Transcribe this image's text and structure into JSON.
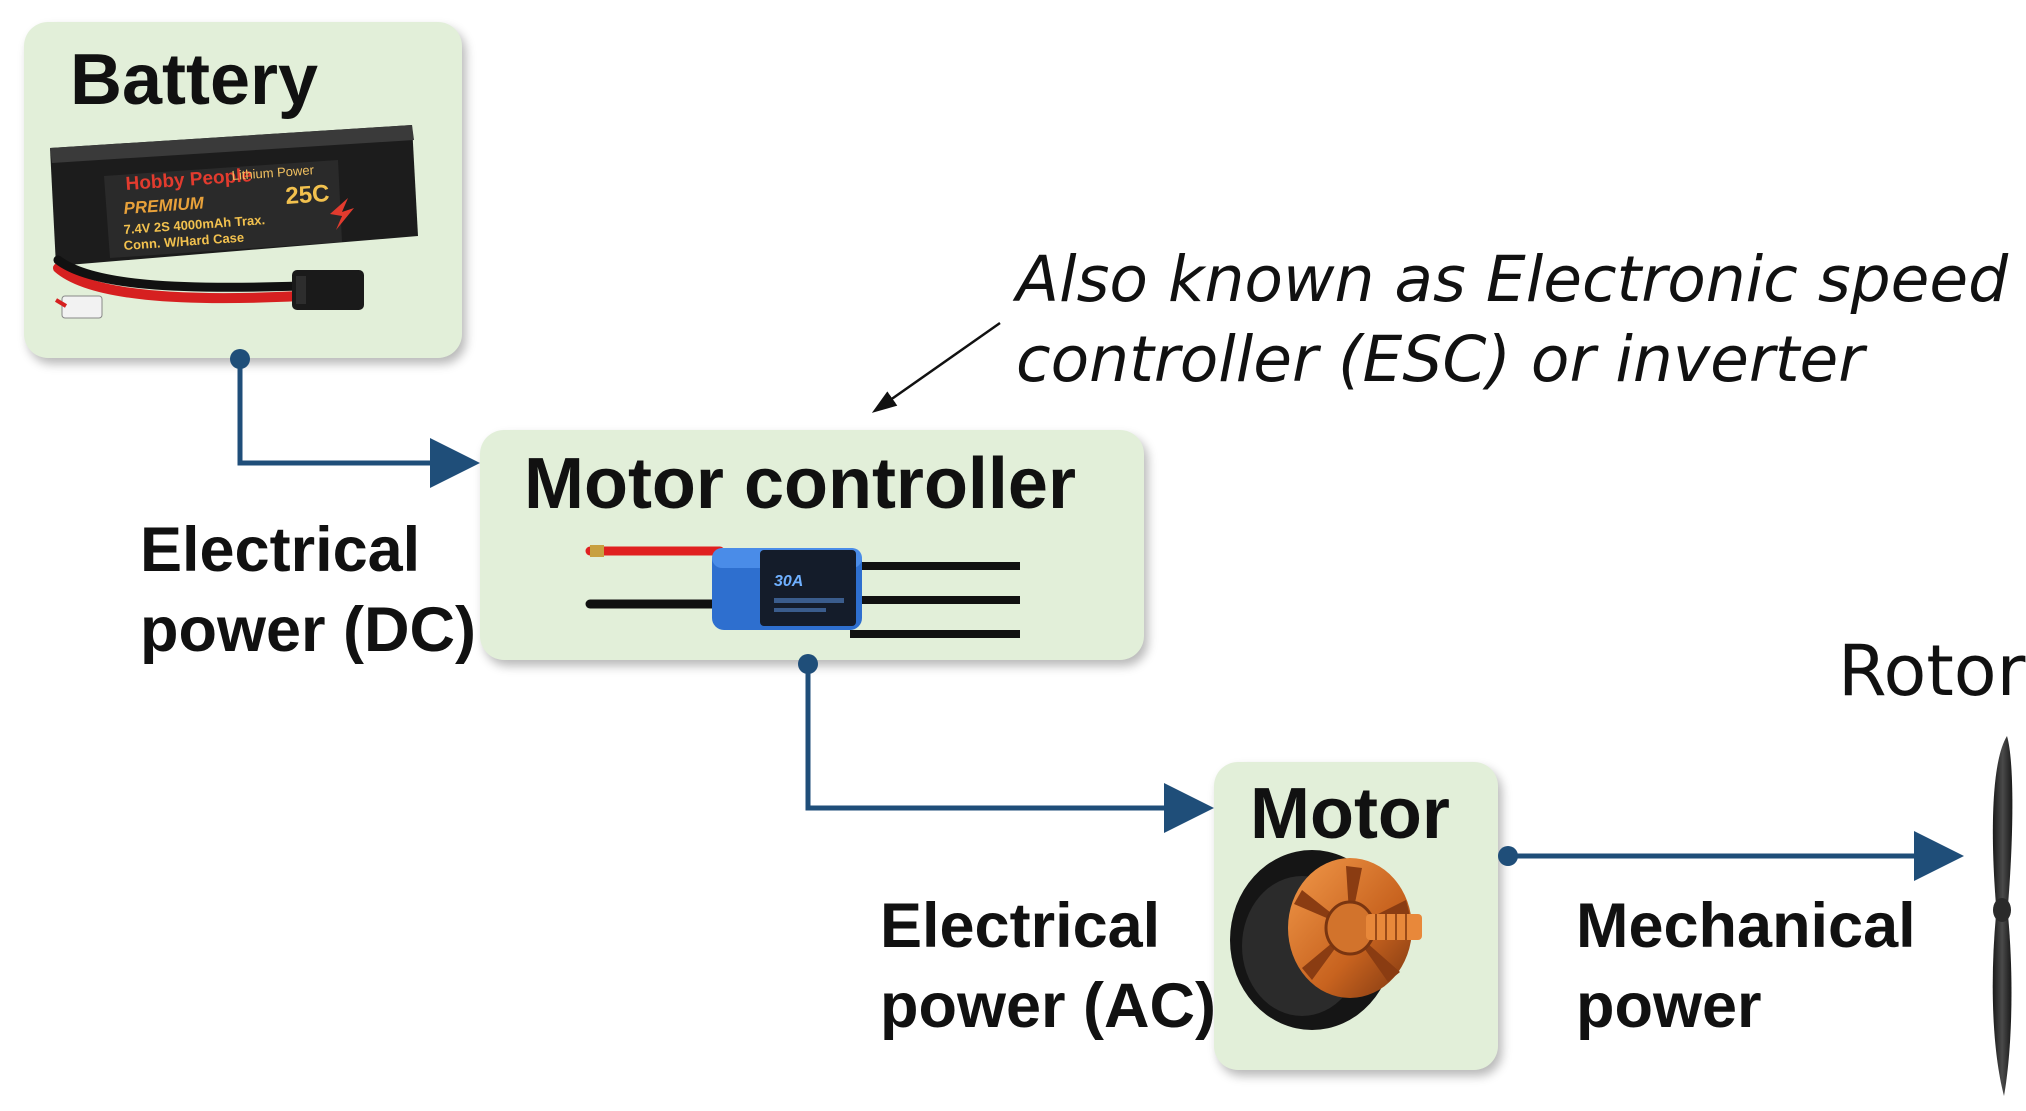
{
  "boxes": {
    "battery": {
      "title": "Battery"
    },
    "controller": {
      "title": "Motor controller"
    },
    "motor": {
      "title": "Motor"
    }
  },
  "labels": {
    "dc_line1": "Electrical",
    "dc_line2": "power (DC)",
    "ac_line1": "Electrical",
    "ac_line2": "power (AC)",
    "mech_line1": "Mechanical",
    "mech_line2": "power",
    "rotor": "Rotor"
  },
  "annotation": {
    "line1": "Also known as Electronic speed",
    "line2": "controller (ESC) or inverter"
  },
  "battery_print": {
    "brand": "Hobby People",
    "series": "Lithium Power",
    "grade": "PREMIUM",
    "rating": "25C",
    "spec": "7.4V 2S 4000mAh Trax.",
    "conn": "Conn. W/Hard Case"
  },
  "esc_print": {
    "rating": "30A"
  },
  "colors": {
    "box_fill": "#e2efd9",
    "connector": "#1f4e79"
  }
}
